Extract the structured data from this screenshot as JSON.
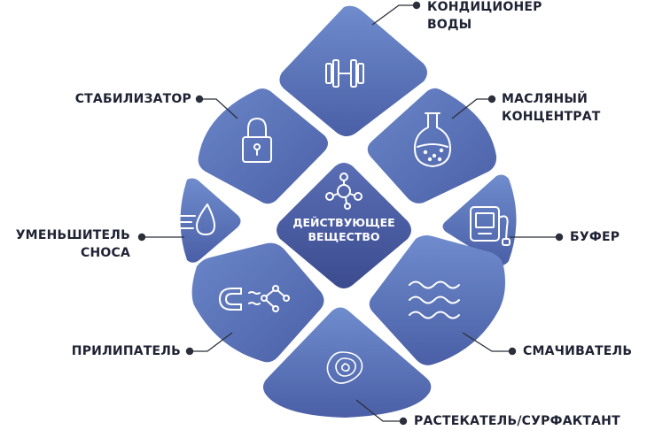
{
  "colors": {
    "petal_light": "#6f8ccd",
    "petal_dark": "#4a5fa6",
    "center_light": "#5a6eb5",
    "center_dark": "#3b4b8e",
    "icon": "#ffffff",
    "connector": "#2b2f3a",
    "label": "#1e2233"
  },
  "center": {
    "line1": "ДЕЙСТВУЮЩЕЕ",
    "line2": "ВЕЩЕСТВО",
    "icon": "molecule-icon"
  },
  "petals": [
    {
      "id": "water-conditioner",
      "label_lines": [
        "КОНДИЦИОНЕР",
        "ВОДЫ"
      ],
      "icon": "dumbbell-icon"
    },
    {
      "id": "oil-concentrate",
      "label_lines": [
        "МАСЛЯНЫЙ",
        "КОНЦЕНТРАТ"
      ],
      "icon": "flask-icon"
    },
    {
      "id": "buffer",
      "label_lines": [
        "БУФЕР"
      ],
      "icon": "ph-meter-icon"
    },
    {
      "id": "wetting-agent",
      "label_lines": [
        "СМАЧИВАТЕЛЬ"
      ],
      "icon": "waves-icon"
    },
    {
      "id": "spreader",
      "label_lines": [
        "РАСТЕКАТЕЛЬ/СУРФАКТАНТ"
      ],
      "icon": "spreading-drop-icon"
    },
    {
      "id": "sticker",
      "label_lines": [
        "ПРИЛИПАТЕЛЬ"
      ],
      "icon": "magnet-icon"
    },
    {
      "id": "drift-reducer",
      "label_lines": [
        "УМЕНЬШИТЕЛЬ",
        "СНОСА"
      ],
      "icon": "wind-drop-icon"
    },
    {
      "id": "stabilizer",
      "label_lines": [
        "СТАБИЛИЗАТОР"
      ],
      "icon": "lock-icon"
    }
  ]
}
